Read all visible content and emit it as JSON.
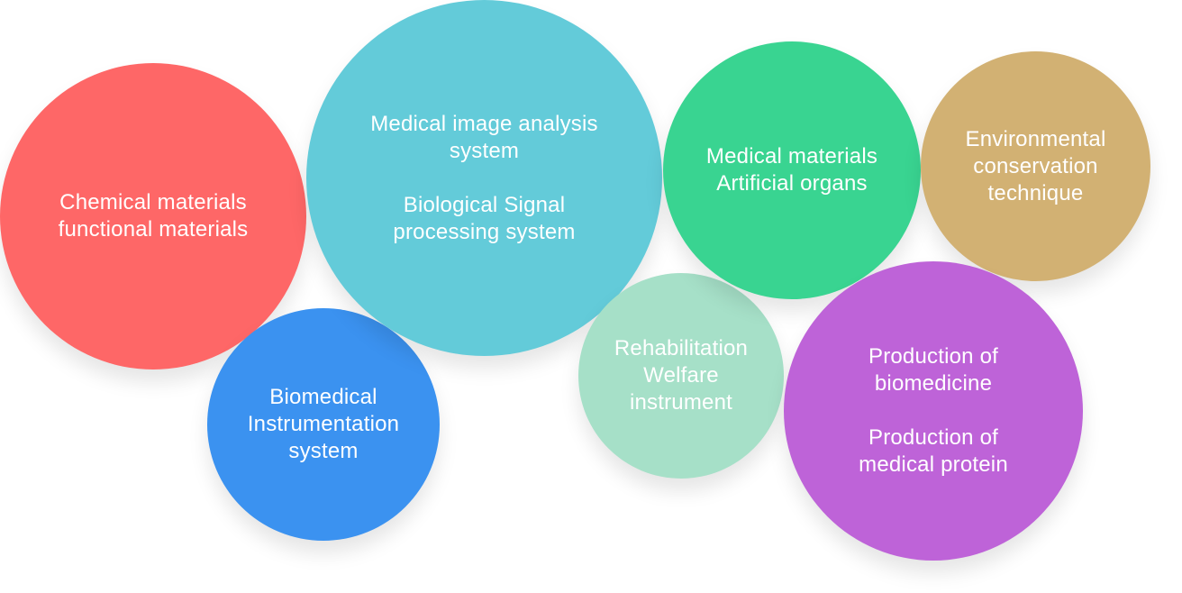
{
  "colors": {
    "chemical": "#fe6767",
    "biomed": "#3b92f0",
    "image": "#63cbd9",
    "rehab": "#a6e0c8",
    "materials": "#39d491",
    "environ": "#d2b173",
    "production": "#be63d8"
  },
  "bubbles": {
    "chemical": {
      "line1": "Chemical materials",
      "line2": "functional materials"
    },
    "biomed": {
      "line1": "Biomedical",
      "line2": "Instrumentation",
      "line3": "system"
    },
    "image": {
      "line1": "Medical image analysis",
      "line2": "system",
      "line3": "Biological Signal",
      "line4": "processing system"
    },
    "rehab": {
      "line1": "Rehabilitation",
      "line2": "Welfare",
      "line3": "instrument"
    },
    "materials": {
      "line1": "Medical materials",
      "line2": "Artificial organs"
    },
    "environ": {
      "line1": "Environmental",
      "line2": "conservation",
      "line3": "technique"
    },
    "production": {
      "line1": "Production of",
      "line2": "biomedicine",
      "line3": "Production of",
      "line4": "medical protein"
    }
  }
}
